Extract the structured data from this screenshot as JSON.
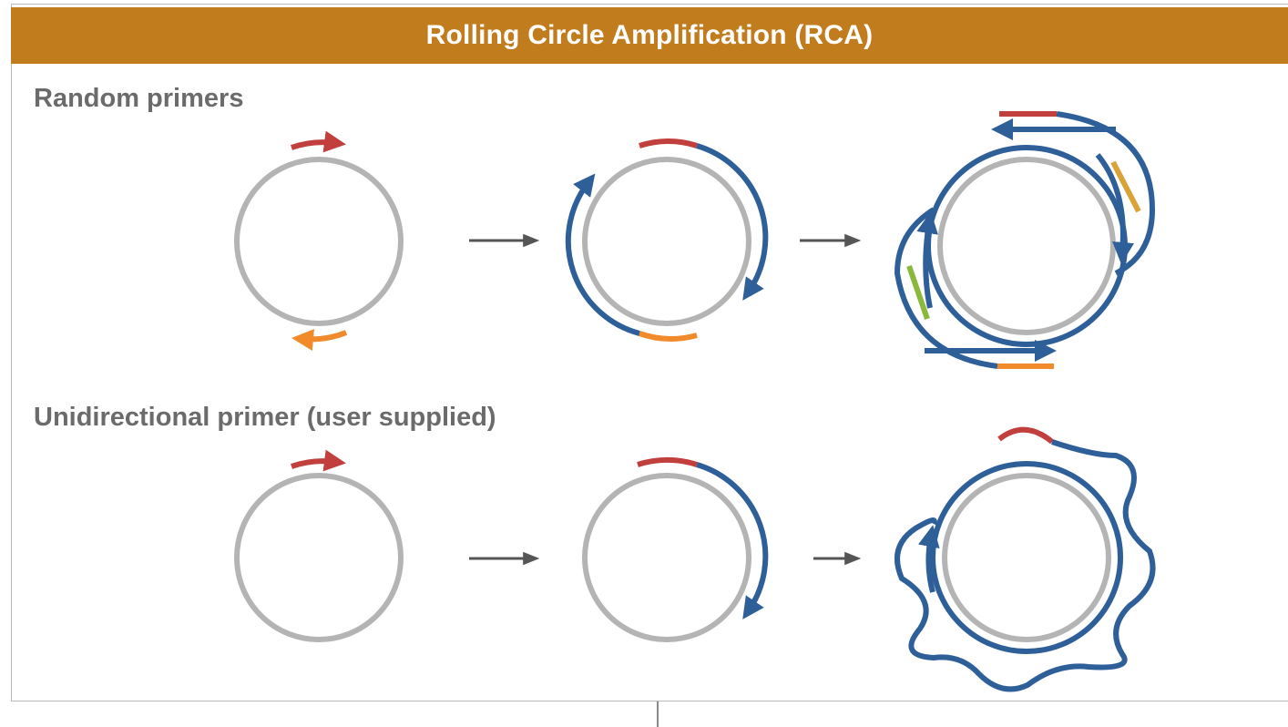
{
  "header": {
    "title": "Rolling Circle Amplification (RCA)"
  },
  "sections": {
    "random": {
      "label": "Random primers"
    },
    "unidirectional": {
      "label": "Unidirectional primer (user supplied)"
    }
  },
  "colors": {
    "header_bg": "#c17c1e",
    "template_circle": "#b4b4b4",
    "new_strand": "#2e5f98",
    "primer_red": "#c1403d",
    "primer_orange": "#f08a2a",
    "primer_yellow": "#d9a33a",
    "primer_green": "#8ab83c",
    "step_arrow": "#555555"
  }
}
